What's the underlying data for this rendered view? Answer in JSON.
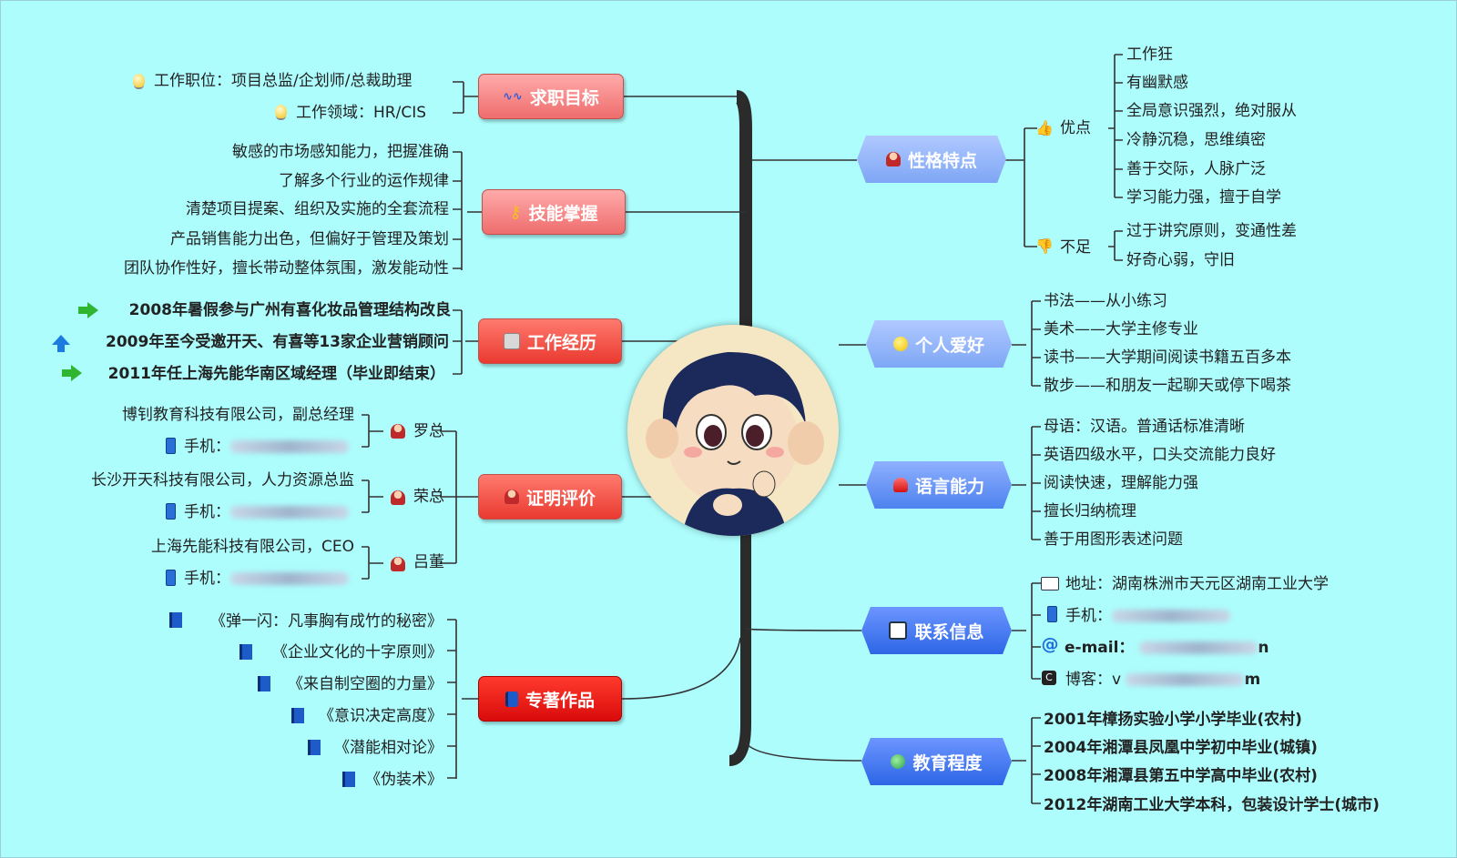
{
  "center": {
    "avatar_icon": "cartoon-avatar"
  },
  "left": {
    "goal": {
      "label": "求职目标",
      "icon": "goal-icon",
      "items": [
        "工作职位：项目总监/企划师/总裁助理",
        "工作领域：HR/CIS"
      ]
    },
    "skills": {
      "label": "技能掌握",
      "icon": "key-icon",
      "items": [
        "敏感的市场感知能力，把握准确",
        "了解多个行业的运作规律",
        "清楚项目提案、组织及实施的全套流程",
        "产品销售能力出色，但偏好于管理及策划",
        "团队协作性好，擅长带动整体氛围，激发能动性"
      ]
    },
    "experience": {
      "label": "工作经历",
      "icon": "briefcase-icon",
      "items": [
        "2008年暑假参与广州有喜化妆品管理结构改良",
        "2009年至今受邀开天、有喜等13家企业营销顾问",
        "2011年任上海先能华南区域经理（毕业即结束）"
      ]
    },
    "references": {
      "label": "证明评价",
      "icon": "person-icon",
      "phone_label": "手机：",
      "people": [
        {
          "name": "罗总",
          "company": "博钊教育科技有限公司，副总经理"
        },
        {
          "name": "荣总",
          "company": "长沙开天科技有限公司，人力资源总监"
        },
        {
          "name": "吕董",
          "company": "上海先能科技有限公司，CEO"
        }
      ]
    },
    "works": {
      "label": "专著作品",
      "icon": "book-icon",
      "items": [
        "《弹一闪：凡事胸有成竹的秘密》",
        "《企业文化的十字原则》",
        "《来自制空圈的力量》",
        "《意识决定高度》",
        "《潜能相对论》",
        "《伪装术》"
      ]
    }
  },
  "right": {
    "personality": {
      "label": "性格特点",
      "icon": "person-icon",
      "pros_label": "优点",
      "pros": [
        "工作狂",
        "有幽默感",
        "全局意识强烈，绝对服从",
        "冷静沉稳，思维缜密",
        "善于交际，人脉广泛",
        "学习能力强，擅于自学"
      ],
      "cons_label": "不足",
      "cons": [
        "过于讲究原则，变通性差",
        "好奇心弱，守旧"
      ]
    },
    "hobbies": {
      "label": "个人爱好",
      "icon": "smiley-icon",
      "items": [
        "书法——从小练习",
        "美术——大学主修专业",
        "读书——大学期间阅读书籍五百多本",
        "散步——和朋友一起聊天或停下喝茶"
      ]
    },
    "language": {
      "label": "语言能力",
      "icon": "bell-icon",
      "items": [
        "母语：汉语。普通话标准清晰",
        "英语四级水平，口头交流能力良好",
        "阅读快速，理解能力强",
        "擅长归纳梳理",
        "善于用图形表述问题"
      ]
    },
    "contact": {
      "label": "联系信息",
      "icon": "contact-card-icon",
      "address": "地址：湖南株洲市天元区湖南工业大学",
      "phone_label": "手机：",
      "email_label": "e-mail：",
      "email_tail": "n",
      "blog_label": "博客：v",
      "blog_tail": "m"
    },
    "education": {
      "label": "教育程度",
      "icon": "globe-icon",
      "items": [
        "2001年樟扬实验小学小学毕业(农村)",
        "2004年湘潭县凤凰中学初中毕业(城镇)",
        "2008年湘潭县第五中学高中毕业(农村)",
        "2012年湖南工业大学本科，包装设计学士(城市)"
      ]
    }
  }
}
